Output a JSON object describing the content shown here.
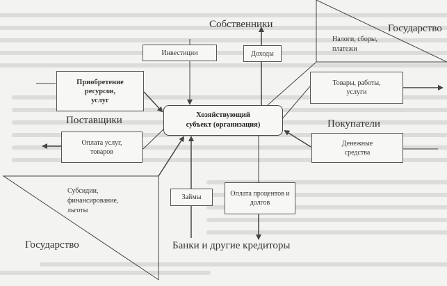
{
  "diagram": {
    "center": {
      "line1": "Хозяйствующий",
      "line2": "субъект (организация)"
    },
    "parties": {
      "owners": "Собственники",
      "state_top": "Государство",
      "suppliers": "Поставщики",
      "buyers": "Покупатели",
      "state_bottom": "Государство",
      "banks": "Банки и другие кредиторы"
    },
    "flows": {
      "investments": "Инвестиции",
      "income": "Доходы",
      "taxes": [
        "Налоги, сборы,",
        "платежи"
      ],
      "acquisition": [
        "Приобретение",
        "ресурсов,",
        "услуг"
      ],
      "goods": [
        "Товары, работы,",
        "услуги"
      ],
      "payment_services": [
        "Оплата услуг,",
        "товаров"
      ],
      "money": [
        "Денежные",
        "средства"
      ],
      "subsidies": [
        "Субсидии,",
        "финансирование,",
        "льготы"
      ],
      "loans": "Займы",
      "interest_payment": [
        "Оплата процентов и",
        "долгов"
      ]
    }
  }
}
